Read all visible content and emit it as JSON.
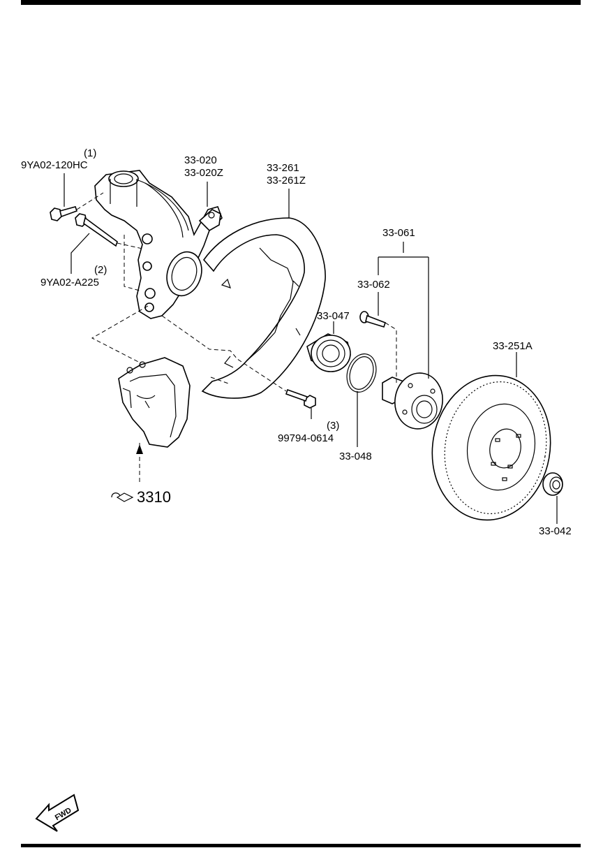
{
  "labels": {
    "bolt1_index": "(1)",
    "bolt1_part": "9YA02-120HC",
    "bolt2_index": "(2)",
    "bolt2_part": "9YA02-A225",
    "knuckle_a": "33-020",
    "knuckle_b": "33-020Z",
    "dust_cover_a": "33-261",
    "dust_cover_b": "33-261Z",
    "hub_assy": "33-061",
    "hub_bolt": "33-062",
    "bearing": "33-047",
    "snap_ring": "33-048",
    "disc": "33-251A",
    "nut": "33-042",
    "bolt3_index": "(3)",
    "bolt3_part": "99794-0614",
    "caliper_ref": "3310",
    "fwd": "FWD"
  },
  "icons": {
    "ref_arrow": "reference-arrow-icon",
    "fwd_arrow": "forward-direction-arrow-icon"
  },
  "colors": {
    "line": "#000000",
    "background": "#ffffff"
  }
}
